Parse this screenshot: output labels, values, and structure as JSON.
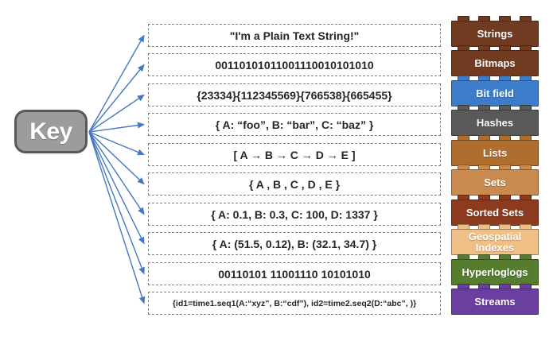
{
  "key": {
    "label": "Key"
  },
  "colors": {
    "arrow": "#4577C2",
    "key_fill": "#9C9C9C",
    "key_border": "#58585A",
    "dashed_border": "#7F7F7F",
    "value_text": "#262626"
  },
  "rows": [
    {
      "value": "\"I'm a Plain Text String!\"",
      "label": "Strings",
      "color": "#713B22"
    },
    {
      "value": "00110101011001110010101010",
      "label": "Bitmaps",
      "color": "#713B22"
    },
    {
      "value": "{23334}{112345569}{766538}{665455}",
      "label": "Bit field",
      "color": "#3D7CC9"
    },
    {
      "value": "{ A: “foo”, B: “bar”, C: “baz”  }",
      "label": "Hashes",
      "color": "#595959"
    },
    {
      "value": "[ A → B → C → D → E ]",
      "label": "Lists",
      "color": "#AF6D2E"
    },
    {
      "value": "{ A , B , C , D , E  }",
      "label": "Sets",
      "color": "#C98A50"
    },
    {
      "value": "{ A: 0.1, B: 0.3, C: 100, D: 1337 }",
      "label": "Sorted Sets",
      "color": "#8C3B1E"
    },
    {
      "value": "{ A: (51.5, 0.12), B: (32.1, 34.7)  }",
      "label": "Geospatial\nIndexes",
      "color": "#EFBF85"
    },
    {
      "value": "00110101 11001110 10101010",
      "label": "Hyperloglogs",
      "color": "#567D2E"
    },
    {
      "value": "{id1=time1.seq1(A:“xyz”, B:“cdf”), id2=time2.seq2(D:“abc”, )}",
      "label": "Streams",
      "color": "#6B3FA0"
    }
  ]
}
